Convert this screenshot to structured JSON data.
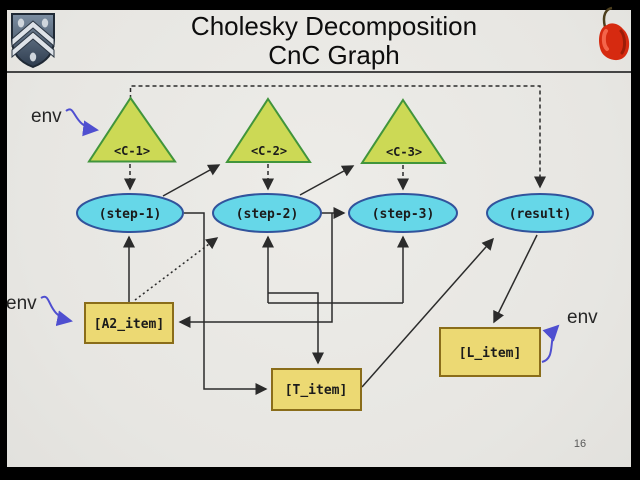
{
  "header": {
    "title_line1": "Cholesky Decomposition",
    "title_line2": "CnC Graph"
  },
  "page_number": "16",
  "graph": {
    "env_labels": {
      "top": "env",
      "left": "env",
      "right": "env"
    },
    "tag_collections": [
      {
        "label": "<C-1>"
      },
      {
        "label": "<C-2>"
      },
      {
        "label": "<C-3>"
      }
    ],
    "step_collections": [
      {
        "label": "(step-1)"
      },
      {
        "label": "(step-2)"
      },
      {
        "label": "(step-3)"
      },
      {
        "label": "(result)"
      }
    ],
    "item_collections": [
      {
        "label": "[A2_item]"
      },
      {
        "label": "[T_item]"
      },
      {
        "label": "[L_item]"
      }
    ],
    "edges": [
      {
        "from": "env",
        "to": "(result)",
        "style": "dashed"
      },
      {
        "from": "<C-1>",
        "to": "(step-1)",
        "style": "dashed"
      },
      {
        "from": "<C-2>",
        "to": "(step-2)",
        "style": "dashed"
      },
      {
        "from": "<C-3>",
        "to": "(step-3)",
        "style": "dashed"
      },
      {
        "from": "[A2_item]",
        "to": "(step-1)",
        "style": "solid"
      },
      {
        "from": "[A2_item]",
        "to": "(step-2)",
        "style": "dotted"
      },
      {
        "from": "(step-1)",
        "to": "<C-2>",
        "style": "solid"
      },
      {
        "from": "(step-2)",
        "to": "<C-3>",
        "style": "solid"
      },
      {
        "from": "(step-1)",
        "to": "[T_item]",
        "style": "solid"
      },
      {
        "from": "(step-2)",
        "to": "[T_item]",
        "style": "solid"
      },
      {
        "from": "[T_item]",
        "to": "(step-2)",
        "style": "solid"
      },
      {
        "from": "[T_item]",
        "to": "(step-3)",
        "style": "solid"
      },
      {
        "from": "(step-2)",
        "to": "(step-3)",
        "style": "solid"
      },
      {
        "from": "(step-2)",
        "to": "[A2_item]",
        "style": "solid"
      },
      {
        "from": "[T_item]",
        "to": "(result)",
        "style": "solid"
      },
      {
        "from": "(result)",
        "to": "[L_item]",
        "style": "solid"
      },
      {
        "from": "env",
        "to": "<C-1>",
        "style": "env-arrow"
      },
      {
        "from": "env",
        "to": "[A2_item]",
        "style": "env-arrow"
      },
      {
        "from": "[L_item]",
        "to": "env",
        "style": "env-arrow"
      }
    ],
    "colors": {
      "tag_fill": "#ccd955",
      "tag_border": "#41953b",
      "step_fill": "#66d7e8",
      "step_border": "#31539c",
      "item_fill": "#ecd973",
      "item_border": "#8a6d1a",
      "env_arrow": "#4f4fd0"
    }
  }
}
